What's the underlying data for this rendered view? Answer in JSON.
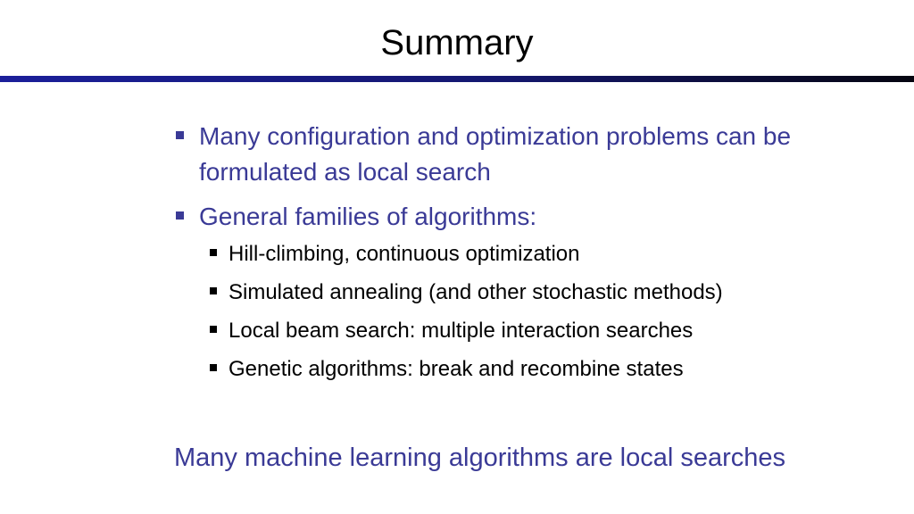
{
  "slide": {
    "title": "Summary",
    "bullets": [
      {
        "text": "Many configuration and optimization problems can be formulated as local search"
      },
      {
        "text": "General families of algorithms:",
        "sub": [
          "Hill-climbing, continuous optimization",
          "Simulated annealing (and other stochastic methods)",
          "Local beam search: multiple interaction searches",
          "Genetic algorithms: break and recombine states"
        ]
      }
    ],
    "closing": "Many machine learning algorithms are local searches"
  },
  "colors": {
    "text_accent": "#3a3a96",
    "rule_start": "#1b1f9a",
    "rule_end": "#050510"
  },
  "icons": {
    "bullet": "square-bullet-icon"
  }
}
